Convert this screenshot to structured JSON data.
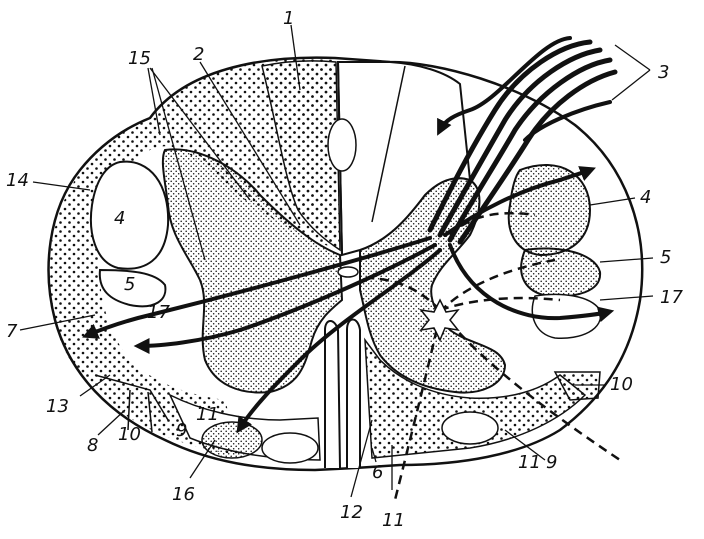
{
  "labels": {
    "l1": "1",
    "l2": "2",
    "l3": "3",
    "l4_left": "4",
    "l4_right": "4",
    "l5_left": "5",
    "l5_right": "5",
    "l6": "6",
    "l7": "7",
    "l8": "8",
    "l9_left": "9",
    "l9_right": "9",
    "l10_left": "10",
    "l10_right": "10",
    "l11_left": "11",
    "l11_center": "11",
    "l11_right": "11",
    "l12": "12",
    "l13": "13",
    "l14": "14",
    "l15": "15",
    "l16": "16",
    "l17_left": "17",
    "l17_right": "17"
  },
  "colors": {
    "ink": "#111111",
    "paper": "#ffffff"
  }
}
